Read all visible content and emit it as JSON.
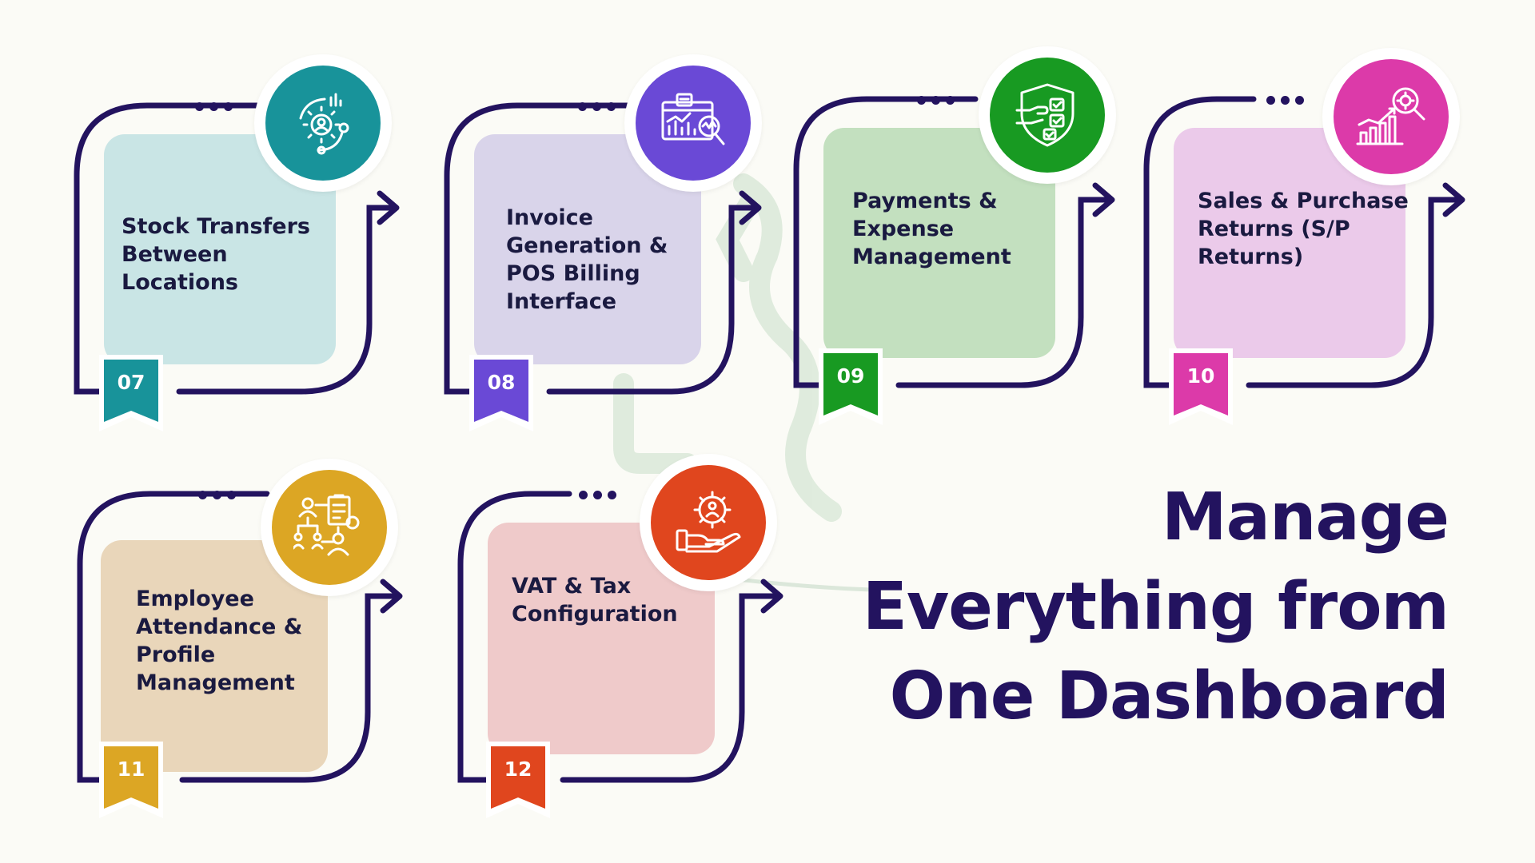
{
  "headline": {
    "line1": "Manage",
    "line2": "Everything from",
    "line3": "One Dashboard"
  },
  "cards": [
    {
      "number": "07",
      "label": "Stock Transfers\nBetween\nLocations",
      "icon": "gear-user-cycle-icon",
      "accent": "#18939a",
      "fill": "#c9e5e5"
    },
    {
      "number": "08",
      "label": "Invoice\nGeneration &\nPOS Billing\nInterface",
      "icon": "invoice-chart-magnifier-icon",
      "accent": "#6a49d6",
      "fill": "#d9d4ea"
    },
    {
      "number": "09",
      "label": "Payments &\nExpense\nManagement",
      "icon": "shield-checklist-icon",
      "accent": "#189a22",
      "fill": "#c3e0bf"
    },
    {
      "number": "10",
      "label": "Sales & Purchase\nReturns (S/P\nReturns)",
      "icon": "chart-magnifier-gear-icon",
      "accent": "#dc3aa9",
      "fill": "#ebcaea"
    },
    {
      "number": "11",
      "label": "Employee\nAttendance &\nProfile\nManagement",
      "icon": "org-chart-clipboard-icon",
      "accent": "#dca624",
      "fill": "#e9d6ba"
    },
    {
      "number": "12",
      "label": "VAT & Tax\nConfiguration",
      "icon": "hand-gear-user-icon",
      "accent": "#e0461e",
      "fill": "#efcaca"
    }
  ],
  "colors": {
    "frame": "#23135f",
    "headline": "#23135f",
    "background": "#fbfbf6"
  }
}
